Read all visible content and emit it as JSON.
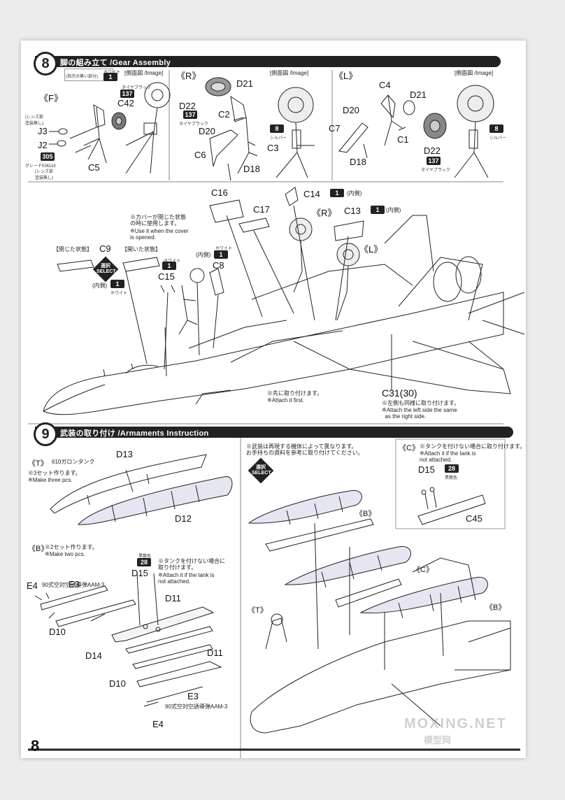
{
  "step8": {
    "number": "8",
    "title": "脚の組み立て /Gear Assembly",
    "F": {
      "label": "《F》",
      "note_unpainted": "(指示の無い部分)",
      "note_white": "ホワイト",
      "side_view": "[側面図 /Image]",
      "tire_black": "タイヤブラック",
      "lens1": "(レンズ部\n塗装無し)",
      "lens2": "(レンズ部\n塗装無し)",
      "grey_name": "グレー FS36118",
      "parts": [
        "J3",
        "J2",
        "C42",
        "C5"
      ]
    },
    "R": {
      "label": "《R》",
      "side_view": "[側面図 /Image]",
      "tire_black": "タイヤブラック",
      "silver": "シルバー",
      "parts": [
        "D21",
        "D22",
        "C2",
        "D20",
        "C6",
        "C3",
        "D18"
      ]
    },
    "L": {
      "label": "《L》",
      "side_view": "[側面図 /Image]",
      "tire_black": "タイヤブラック",
      "silver": "シルバー",
      "parts": [
        "C4",
        "D21",
        "D20",
        "C7",
        "C1",
        "D18",
        "D22"
      ]
    },
    "main": {
      "cover_note_jp": "※カバーが閉じた状態\nの時に使用します。",
      "cover_note_en": "※Use it when the cover\nis opened.",
      "closed": "【閉じた状態】",
      "opened": "【開いた状態】",
      "inner": "(内側)",
      "white": "ホワイト",
      "select": "選択\nSELECT",
      "r_label": "《R》",
      "l_label": "《L》",
      "attach_first_jp": "※先に取り付けます。",
      "attach_first_en": "※Attach it first.",
      "c31": "C31(30)",
      "c31_jp": "※左側も同様に取り付けます。",
      "c31_en": "※Attach the left side the same\n  as the right side.",
      "parts": [
        "C16",
        "C14",
        "C17",
        "C13",
        "C9",
        "C15",
        "C8"
      ]
    }
  },
  "step9": {
    "number": "9",
    "title": "武装の取り付け /Armaments Instruction",
    "T": {
      "label": "《T》",
      "name": "610ガロンタンク",
      "note_jp": "※3セット作ります。",
      "note_en": "※Make three pcs.",
      "parts": [
        "D13",
        "D12"
      ]
    },
    "vary_note": "※武装は再現する機体によって異なります。\nお手持ちの資料を参考に取り付けてください。",
    "C": {
      "label": "《C》",
      "note_jp": "※タンクを付けない場合に取り付けます。",
      "note_en": "※Attach it if the tank is\nnot attached.",
      "flat_black": "黒艶色",
      "parts": [
        "D15",
        "C45"
      ]
    },
    "B": {
      "label": "《B》",
      "note_jp": "※2セット作ります。",
      "note_en": "※Make two pcs.",
      "missile": "90式空対空誘導弾AAM-3",
      "flat_black": "黒艶色",
      "d15_note_jp": "※タンクを付けない場合に\n取り付けます。",
      "d15_note_en": "※Attach it if the tank is\nnot attached.",
      "parts": [
        "E4",
        "E3",
        "D15",
        "D11",
        "D10",
        "D14",
        "D11",
        "D10",
        "E3",
        "E4"
      ]
    },
    "assembly": {
      "b1": "《B》",
      "c": "《C》",
      "t": "《T》",
      "b2": "《B》"
    }
  },
  "colors": {
    "white": "1",
    "tire_black": "137",
    "silver": "8",
    "grey": "305",
    "flat_black": "28"
  },
  "page_number": "8",
  "watermark": {
    "en": "MOXING.NET",
    "cn": "模型网"
  }
}
